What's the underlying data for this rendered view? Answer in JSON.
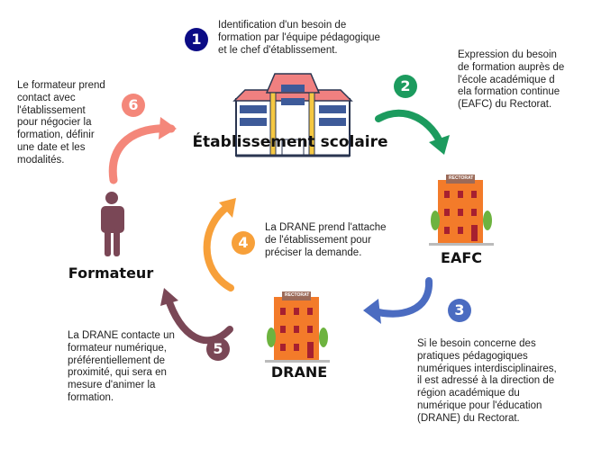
{
  "steps": [
    {
      "number": "1",
      "color": "#0b0b85",
      "text": "Identification d'un besoin de\nformation par l'équipe pédagogique\net le chef d'établissement."
    },
    {
      "number": "2",
      "color": "#1c9b5e",
      "text": "Expression du besoin\nde formation auprès de\nl'école académique d\nela formation continue\n(EAFC) du Rectorat."
    },
    {
      "number": "3",
      "color": "#4b6cc1",
      "text": "Si le besoin concerne des\npratiques pédagogiques\nnumériques interdisciplinaires,\nil est adressé à la direction de\nrégion académique du\nnumérique pour l'éducation\n(DRANE) du Rectorat."
    },
    {
      "number": "4",
      "color": "#f7a03a",
      "text": "La DRANE prend l'attache\nde l'établissement pour\npréciser la demande."
    },
    {
      "number": "5",
      "color": "#7a4756",
      "text": "La DRANE contacte un\nformateur numérique,\npréférentiellement de\nproximité, qui sera en\nmesure d'animer la\nformation."
    },
    {
      "number": "6",
      "color": "#f4877a",
      "text": "Le formateur prend\ncontact avec\nl'établissement\npour négocier la\nformation, définir\nune date et les\nmodalités."
    }
  ],
  "nodes": {
    "school": "Établissement scolaire",
    "eafc": "EAFC",
    "drane": "DRANE",
    "formateur": "Formateur",
    "building_sign": "RECTORAT"
  }
}
